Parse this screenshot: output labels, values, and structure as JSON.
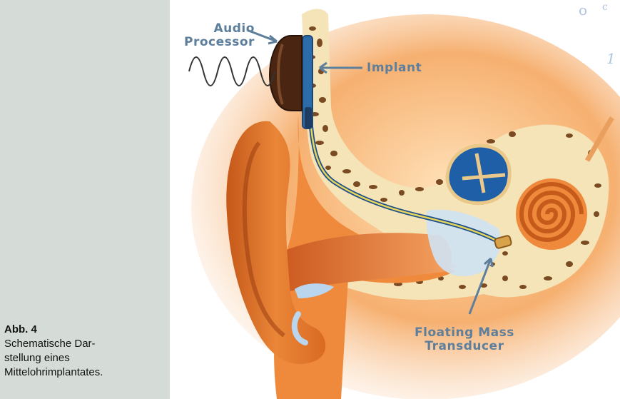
{
  "caption": {
    "number": "Abb. 4",
    "text": "Schematische Dar-\nstellung eines\nMittelohrimplantates."
  },
  "figure": {
    "labels": {
      "audio_processor": "Audio\nProcessor",
      "implant": "Implant",
      "floating_mass_transducer": "Floating Mass\nTransducer"
    },
    "watermark": {
      "letters": [
        "o",
        "c",
        "1"
      ]
    },
    "colors": {
      "label": "#5d7f9c",
      "skin": "#ef8a3c",
      "bone": "#f4e4b8",
      "bone_spots": "#7a4a22",
      "inner_ear_blue": "#1f5fa8",
      "sidebar": "#d5dcd8"
    }
  }
}
